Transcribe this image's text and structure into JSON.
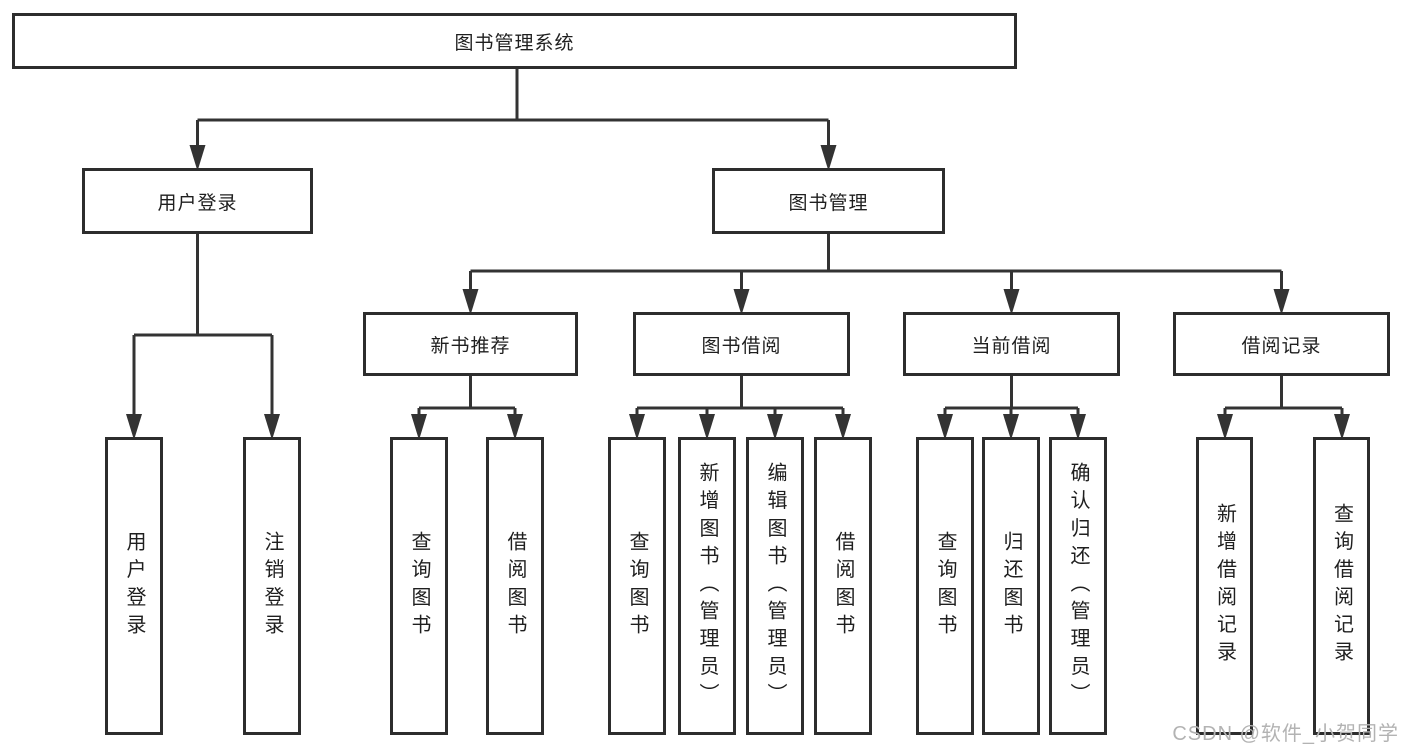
{
  "tree": {
    "root": "图书管理系统",
    "branches": [
      {
        "label": "用户登录",
        "children": [
          "用户登录",
          "注销登录"
        ]
      },
      {
        "label": "图书管理",
        "children": [
          {
            "label": "新书推荐",
            "children": [
              "查询图书",
              "借阅图书"
            ]
          },
          {
            "label": "图书借阅",
            "children": [
              "查询图书",
              "新增图书（管理员）",
              "编辑图书（管理员）",
              "借阅图书"
            ]
          },
          {
            "label": "当前借阅",
            "children": [
              "查询图书",
              "归还图书",
              "确认归还（管理员）"
            ]
          },
          {
            "label": "借阅记录",
            "children": [
              "新增借阅记录",
              "查询借阅记录"
            ]
          }
        ]
      }
    ]
  },
  "watermark": "CSDN @软件_小贺同学",
  "colors": {
    "line": "#333333",
    "box_border": "#2d2d2d",
    "text": "#1f1f1f",
    "watermark": "#b3b3b3",
    "background": "#ffffff"
  }
}
